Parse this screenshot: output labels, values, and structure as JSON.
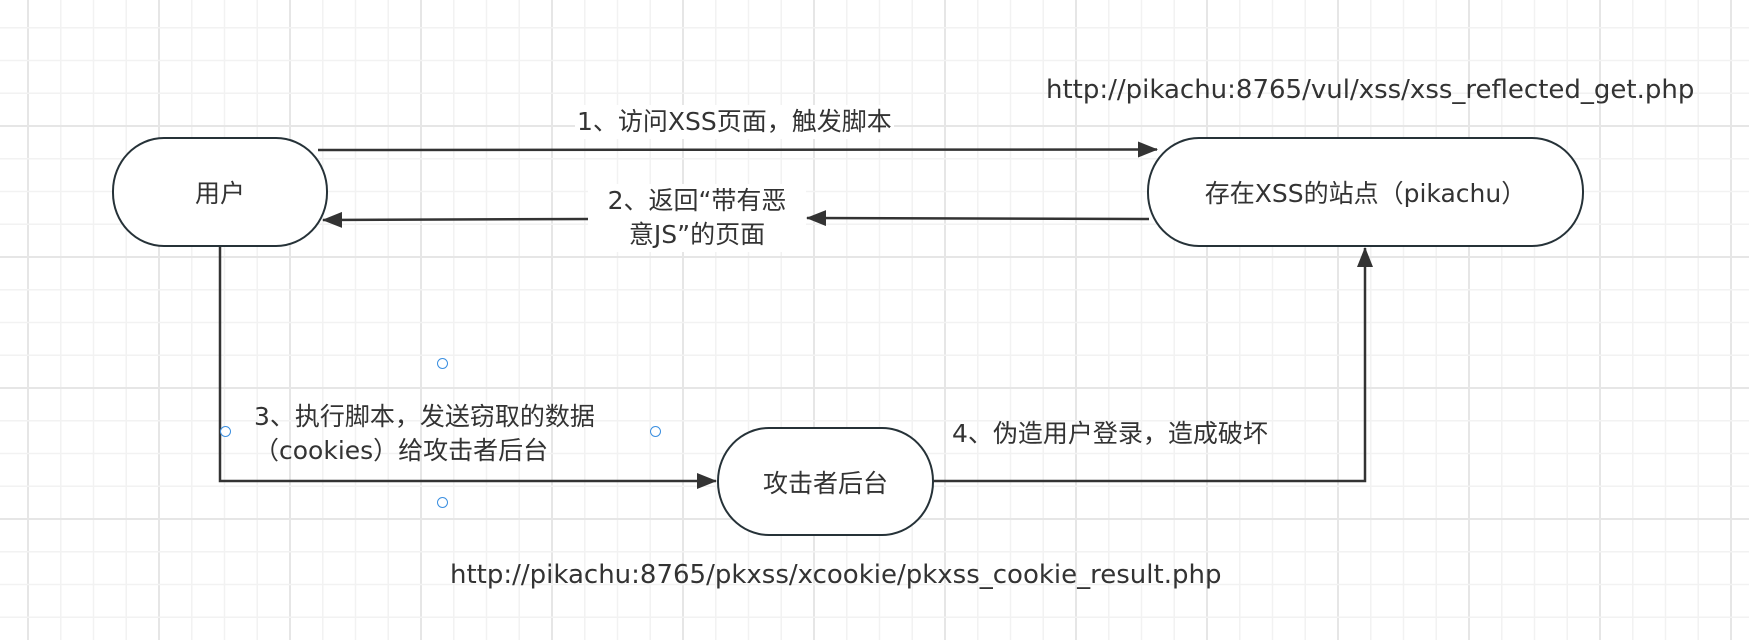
{
  "diagram": {
    "title": "Reflected XSS cookie theft flow",
    "colors": {
      "stroke": "#263238",
      "text": "#333333",
      "grid_minor": "#f2f2f2",
      "grid_major": "#e6e6e6",
      "handle": "#3b8fe0",
      "background": "#ffffff"
    },
    "nodes": {
      "user": {
        "label": "用户"
      },
      "site": {
        "label": "存在XSS的站点（pikachu）"
      },
      "attacker": {
        "label": "攻击者后台"
      }
    },
    "edges": {
      "step1": {
        "label": "1、访问XSS页面，触发脚本",
        "from": "user",
        "to": "site"
      },
      "step2": {
        "label_line1": "2、返回“带有恶",
        "label_line2": "意JS”的页面",
        "from": "site",
        "to": "user"
      },
      "step3": {
        "label_line1": "3、执行脚本，发送窃取的数据",
        "label_line2": "（cookies）给攻击者后台",
        "from": "user",
        "to": "attacker"
      },
      "step4": {
        "label": "4、伪造用户登录，造成破坏",
        "from": "attacker",
        "to": "site"
      }
    },
    "annotations": {
      "site_url": "http://pikachu:8765/vul/xss/xss_reflected_get.php",
      "attacker_url": "http://pikachu:8765/pkxss/xcookie/pkxss_cookie_result.php"
    }
  }
}
